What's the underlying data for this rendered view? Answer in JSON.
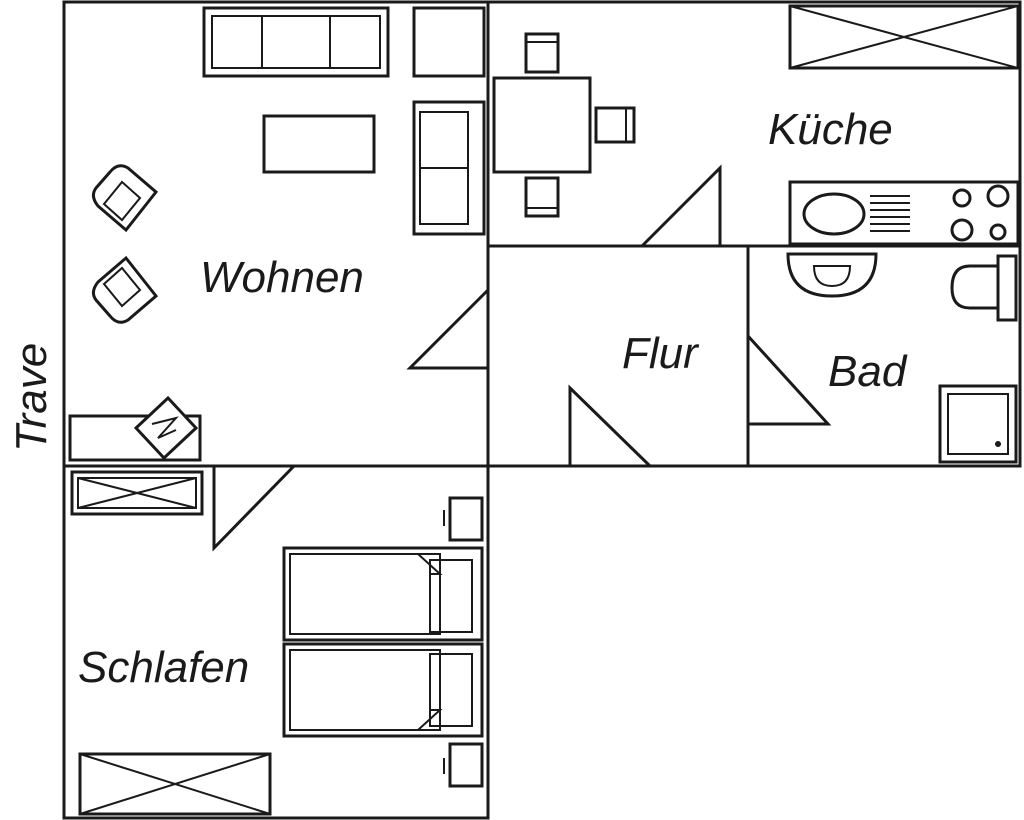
{
  "floorplan": {
    "rooms": {
      "wohnen": "Wohnen",
      "kueche": "Küche",
      "flur": "Flur",
      "bad": "Bad",
      "schlafen": "Schlafen"
    },
    "river_label": "Trave"
  }
}
